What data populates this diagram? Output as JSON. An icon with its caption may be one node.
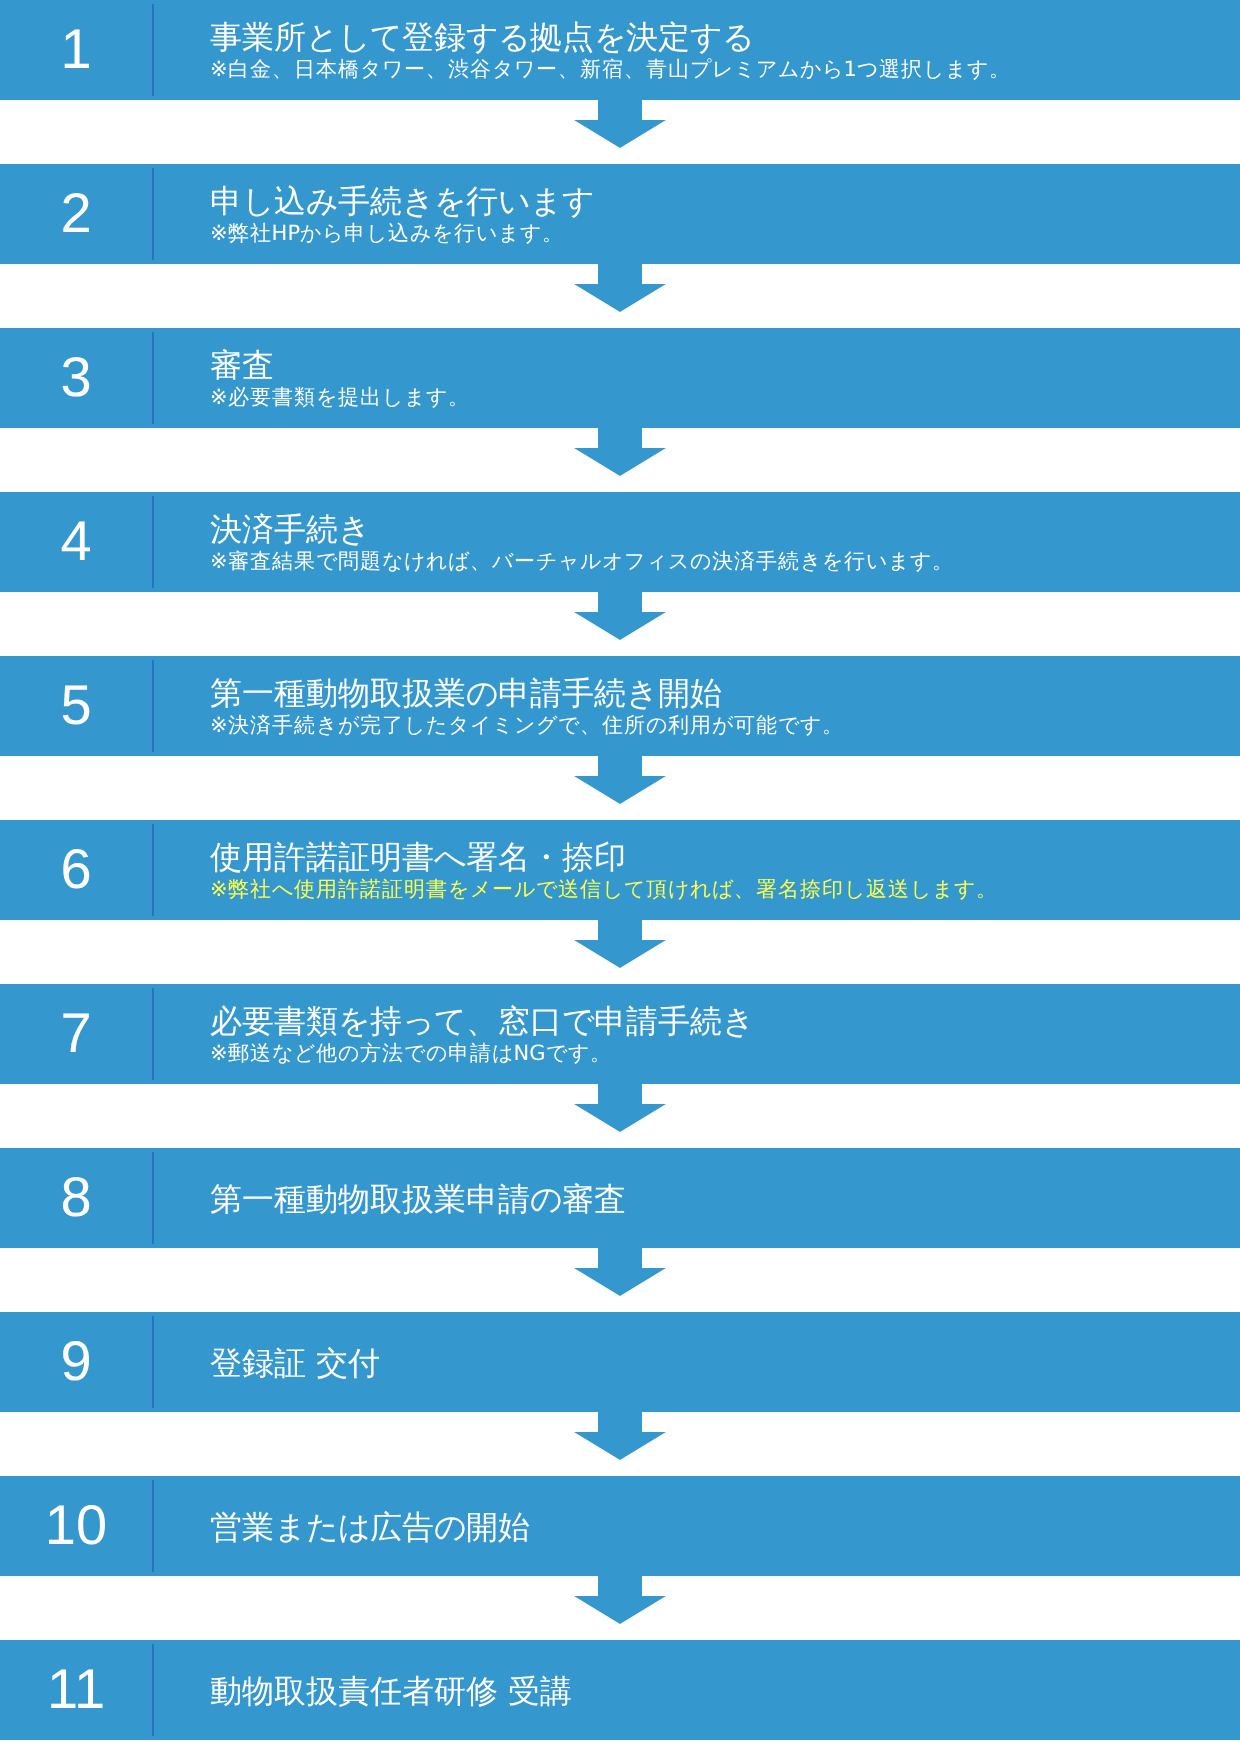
{
  "diagram": {
    "nodes": [
      {
        "text": [
          "1",
          "事業所として登録する拠点を決定する",
          "※白金、日本橋タワー、渋谷タワー、新宿、青山プレミアムから1つ選択します。"
        ]
      },
      {
        "text": [
          "2",
          "申し込み手続きを行います",
          "※弊社HPから申し込みを行います。"
        ]
      },
      {
        "text": [
          "3",
          "審査",
          "※必要書類を提出します。"
        ]
      },
      {
        "text": [
          "4",
          "決済手続き",
          "※審査結果で問題なければ、バーチャルオフィスの決済手続きを行います。"
        ]
      },
      {
        "text": [
          "5",
          "第一種動物取扱業の申請手続き開始",
          "※決済手続きが完了したタイミングで、住所の利用が可能です。"
        ]
      },
      {
        "text": [
          "6",
          "使用許諾証明書へ署名・捺印",
          "※弊社へ使用許諾証明書をメールで送信して頂ければ、署名捺印し返送します。"
        ]
      },
      {
        "text": [
          "7",
          "必要書類を持って、窓口で申請手続き",
          "※郵送など他の方法での申請はNGです。"
        ]
      },
      {
        "text": [
          "8",
          "第一種動物取扱業申請の審査"
        ]
      },
      {
        "text": [
          "9",
          "登録証 交付"
        ]
      },
      {
        "text": [
          "10",
          "営業または広告の開始"
        ]
      },
      {
        "text": [
          "11",
          "動物取扱責任者研修 受講"
        ]
      }
    ],
    "edges": [
      {
        "from": 0,
        "to": 1,
        "arrow": "to"
      },
      {
        "from": 1,
        "to": 2,
        "arrow": "to"
      },
      {
        "from": 2,
        "to": 3,
        "arrow": "to"
      },
      {
        "from": 3,
        "to": 4,
        "arrow": "to"
      },
      {
        "from": 4,
        "to": 5,
        "arrow": "to"
      },
      {
        "from": 5,
        "to": 6,
        "arrow": "to"
      },
      {
        "from": 6,
        "to": 7,
        "arrow": "to"
      },
      {
        "from": 7,
        "to": 8,
        "arrow": "to"
      },
      {
        "from": 8,
        "to": 9,
        "arrow": "to"
      },
      {
        "from": 9,
        "to": 10,
        "arrow": "to"
      }
    ]
  }
}
